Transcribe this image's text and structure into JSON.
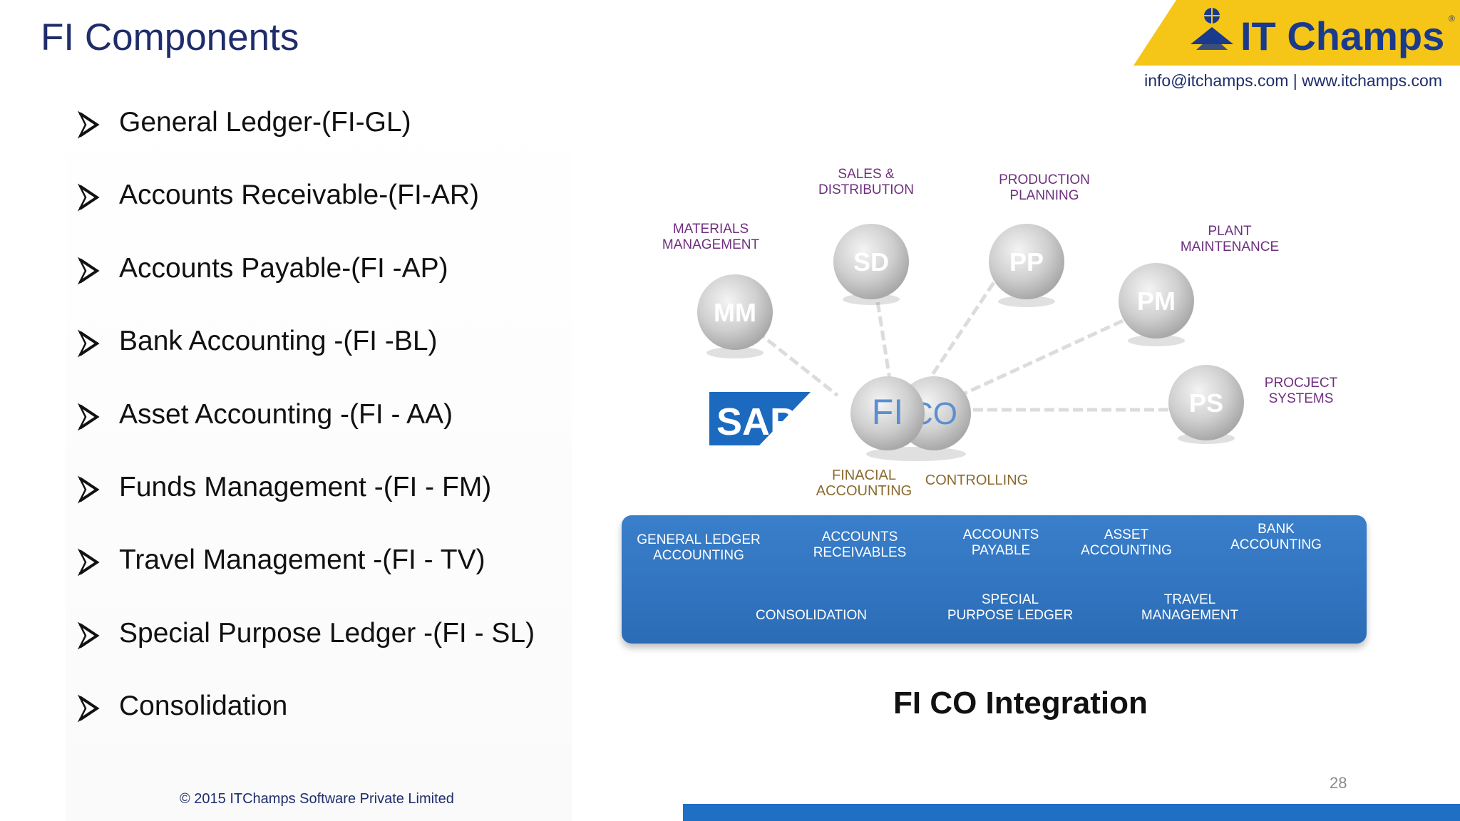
{
  "slide": {
    "title": "FI Components",
    "contact": "info@itchamps.com | www.itchamps.com",
    "logo_text": "IT Champs",
    "page_number": "28",
    "copyright": "© 2015 ITChamps Software Private Limited",
    "caption": "FI CO Integration"
  },
  "bullets": [
    "General Ledger-(FI-GL)",
    "Accounts Receivable-(FI-AR)",
    "Accounts Payable-(FI -AP)",
    "Bank Accounting -(FI -BL)",
    "Asset Accounting -(FI - AA)",
    "Funds Management -(FI - FM)",
    "Travel Management -(FI - TV)",
    "Special Purpose Ledger -(FI - SL)",
    "Consolidation"
  ],
  "diagram": {
    "sap_logo_text": "SAP",
    "modules": {
      "mm": {
        "code": "MM",
        "line1": "MATERIALS",
        "line2": "MANAGEMENT"
      },
      "sd": {
        "code": "SD",
        "line1": "SALES &",
        "line2": "DISTRIBUTION"
      },
      "pp": {
        "code": "PP",
        "line1": "PRODUCTION",
        "line2": "PLANNING"
      },
      "pm": {
        "code": "PM",
        "line1": "PLANT",
        "line2": "MAINTENANCE"
      },
      "ps": {
        "code": "PS",
        "line1": "PROCJECT",
        "line2": "SYSTEMS"
      },
      "fi": {
        "code": "FI",
        "line1": "FINACIAL",
        "line2": "ACCOUNTING"
      },
      "co": {
        "code": "CO",
        "line1": "CONTROLLING"
      }
    },
    "panel": {
      "gl": "GENERAL LEDGER\nACCOUNTING",
      "ar": "ACCOUNTS\nRECEIVABLES",
      "ap": "ACCOUNTS\nPAYABLE",
      "asset": "ASSET\nACCOUNTING",
      "bank": "BANK\nACCOUNTING",
      "consolidation": "CONSOLIDATION",
      "spl": "SPECIAL\nPURPOSE LEDGER",
      "travel": "TRAVEL\nMANAGEMENT"
    }
  },
  "colors": {
    "title": "#1f2d6b",
    "logo_yellow": "#f5c518",
    "logo_blue": "#1a3a8c",
    "panel_blue": "#2b6cb6",
    "footer_blue": "#1f6fc4"
  }
}
